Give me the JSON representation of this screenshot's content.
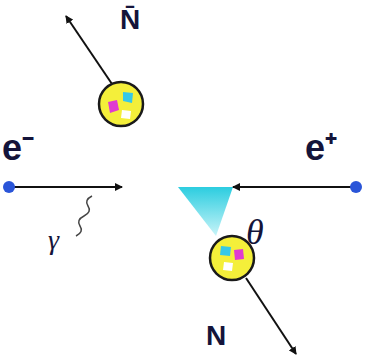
{
  "diagram": {
    "labels": [
      "N̄",
      "e⁻",
      "e⁺",
      "γ",
      "θ",
      "N"
    ]
  }
}
